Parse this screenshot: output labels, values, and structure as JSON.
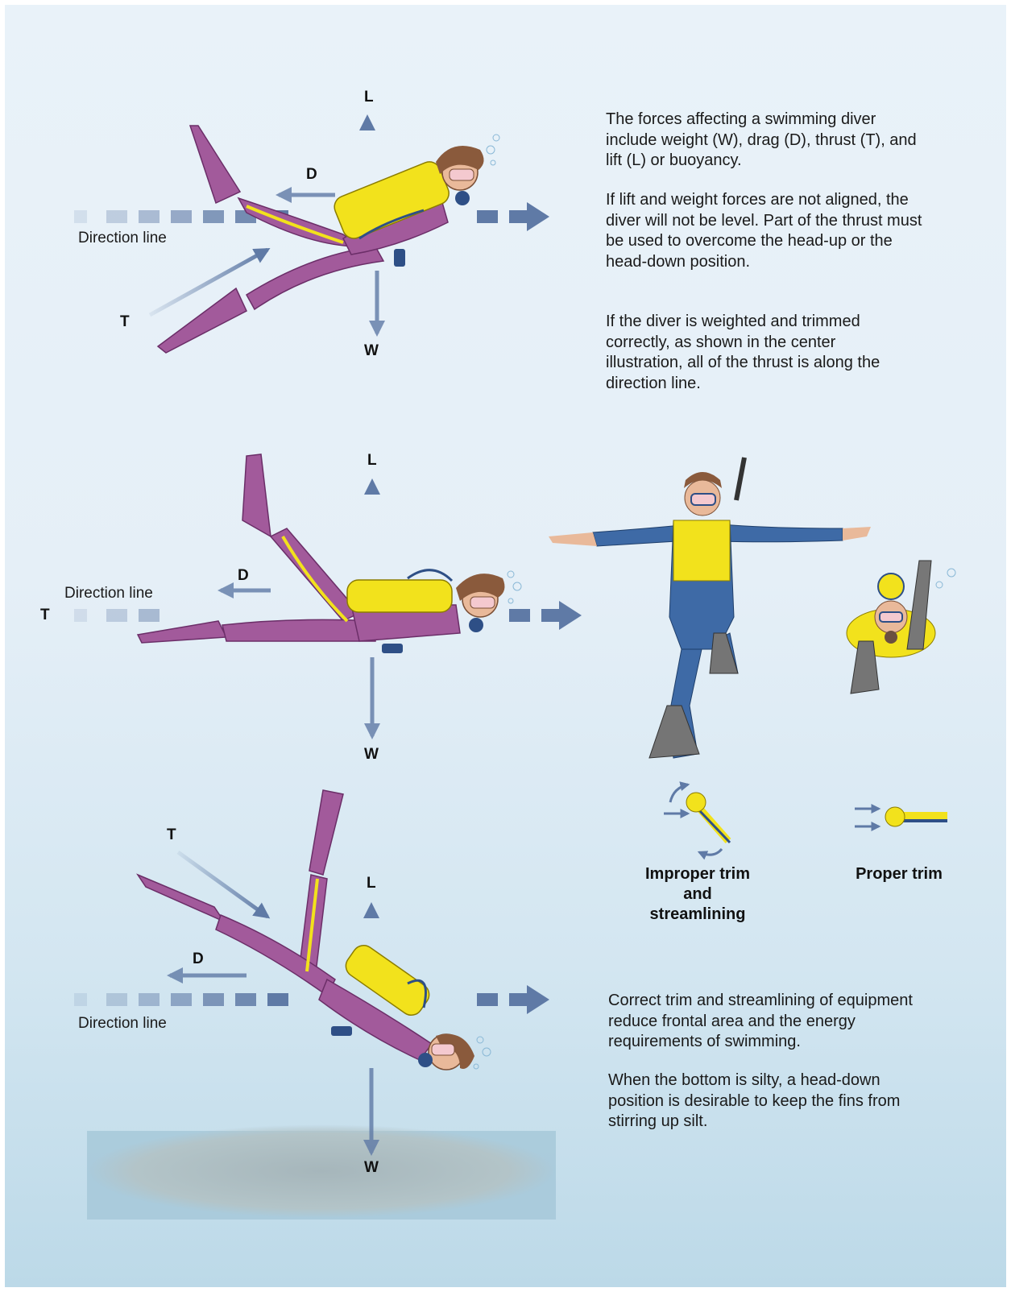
{
  "force_labels": {
    "lift": "L",
    "weight": "W",
    "drag": "D",
    "thrust": "T"
  },
  "direction_line_label": "Direction line",
  "top_text": {
    "paragraph_1": "The forces affecting a swimming diver include weight (W), drag (D), thrust (T), and lift (L) or buoyancy.",
    "paragraph_2": "If lift and weight forces are not aligned, the diver will not be level. Part of the thrust must be used to overcome the head-up or the head-down position.",
    "paragraph_3": "If the diver is weighted and trimmed correctly, as shown in the center illustration, all of the thrust is along the direction line."
  },
  "trim_captions": {
    "improper": "Improper trim and streamlining",
    "proper": "Proper trim"
  },
  "bottom_text": {
    "paragraph_1": "Correct trim and streamlining of equipment reduce frontal area and the energy requirements of swimming.",
    "paragraph_2": "When the bottom is silty, a head-down position is desirable to keep the fins from stirring up silt."
  },
  "colors": {
    "arrow": "#5f7aa6",
    "wetsuit_purple": "#a25a9b",
    "wetsuit_blue": "#3e6aa6",
    "tank_yellow": "#f2e21c",
    "silt": "#9db6c2"
  }
}
